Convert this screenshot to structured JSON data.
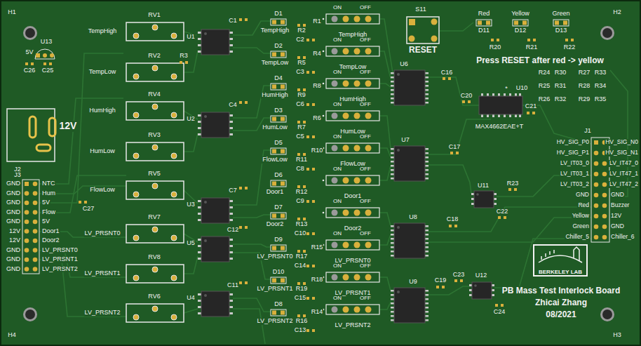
{
  "diagram": {
    "title": "PB Mass Test Interlock Board",
    "nodes": [
      {
        "text": [
          "BERKELEY LAB"
        ]
      }
    ],
    "labels": [
      "H1",
      "H2",
      "H4",
      "H3",
      "RV1",
      "TempHigh",
      "RV2",
      "TempLow",
      "RV4",
      "HumHigh",
      "RV3",
      "HumLow",
      "RV5",
      "FlowLow",
      "RV7",
      "LV_PRSNT0",
      "RV8",
      "LV_PRSNT1",
      "RV6",
      "LV_PRSNT2",
      "U13",
      "5V",
      "C26",
      "C25",
      "J2",
      "12V",
      "J3",
      "GND",
      "NTC",
      "GND",
      "Hum",
      "GND",
      "5V",
      "GND",
      "Flow",
      "GND",
      "5V",
      "12V",
      "Door1",
      "12V",
      "Door2",
      "GND",
      "LV_PRSNT0",
      "GND",
      "LV_PRSNT1",
      "GND",
      "LV_PRSNT2",
      "C27",
      "U1",
      "C1",
      "R3",
      "U2",
      "C4",
      "U3",
      "C7",
      "U5",
      "C12",
      "U4",
      "C11",
      "D1",
      "TempHigh",
      "R2",
      "R1",
      "C2",
      "D2",
      "TempLow",
      "R5",
      "R4",
      "C3",
      "D4",
      "HumHigh",
      "R9",
      "R8",
      "C6",
      "D3",
      "HumLow",
      "R7",
      "R6",
      "C5",
      "D5",
      "FlowLow",
      "R11",
      "R10",
      "C8",
      "D6",
      "Door1",
      "R12",
      "C9",
      "D7",
      "Door2",
      "R13",
      "C10",
      "D9",
      "LV_PRSNT0",
      "R17",
      "R15",
      "C14",
      "D10",
      "LV_PRSNT1",
      "R19",
      "R18",
      "C15",
      "D8",
      "LV_PRSNT2",
      "R16",
      "R14",
      "C13",
      "ON",
      "OFF",
      "TempHigh",
      "ON",
      "OFF",
      "TempLow",
      "ON",
      "OFF",
      "HumHigh",
      "ON",
      "OFF",
      "HumLow",
      "ON",
      "OFF",
      "FlowLow",
      "ON",
      "OFF",
      "Door1",
      "ON",
      "OFF",
      "Door2",
      "ON",
      "OFF",
      "LV_PRSNT0",
      "ON",
      "OFF",
      "LV_PRSNT1",
      "ON",
      "OFF",
      "LV_PRSNT2",
      "S11",
      "RESET",
      "Red",
      "Yellow",
      "Green",
      "D11",
      "D12",
      "D13",
      "R20",
      "R21",
      "R22",
      "Press RESET after red -> yellow",
      "U6",
      "C16",
      "R24",
      "R30",
      "R27",
      "R33",
      "R25",
      "R31",
      "R28",
      "R34",
      "R26",
      "R32",
      "R29",
      "R35",
      "C20",
      "*",
      "U10",
      "C21",
      "MAX4662EAE+T",
      "U7",
      "C17",
      "J1",
      "HV_SIG_P0",
      "HV_SIG_N0",
      "HV_SIG_P1",
      "HV_SIG_N1",
      "LV_IT03_0",
      "LV_IT47_0",
      "LV_IT03_1",
      "LV_IT47_1",
      "LV_IT03_2",
      "LV_IT47_2",
      "GND",
      "GND",
      "Red",
      "Buzzer",
      "Yellow",
      "12V",
      "Green",
      "GND",
      "Chiller_5",
      "Chiller_6",
      "U11",
      "R23",
      "C22",
      "U8",
      "C18",
      "C19",
      "U9",
      "C23",
      "U12",
      "C24",
      "Zhicai Zhang",
      "08/2021"
    ]
  }
}
